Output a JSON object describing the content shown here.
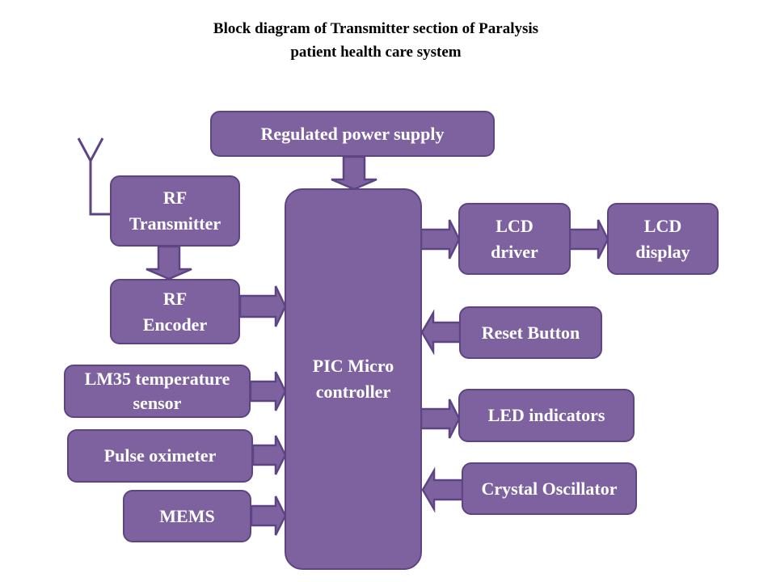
{
  "title": {
    "line1": "Block diagram of Transmitter section of Paralysis",
    "line2": "patient health care system"
  },
  "colors": {
    "block_fill": "#7e62a0",
    "block_border": "#5d4583",
    "text": "#ffffff"
  },
  "blocks": {
    "power_supply": {
      "label": "Regulated power supply"
    },
    "rf_transmitter": {
      "line1": "RF",
      "line2": "Transmitter"
    },
    "rf_encoder": {
      "line1": "RF",
      "line2": "Encoder"
    },
    "lm35": {
      "line1": "LM35 temperature",
      "line2": "sensor"
    },
    "pulse_oximeter": {
      "label": "Pulse oximeter"
    },
    "mems": {
      "label": "MEMS"
    },
    "mcu": {
      "line1": "PIC Micro",
      "line2": "controller"
    },
    "lcd_driver": {
      "line1": "LCD",
      "line2": "driver"
    },
    "lcd_display": {
      "line1": "LCD",
      "line2": "display"
    },
    "reset_button": {
      "label": "Reset Button"
    },
    "led_indicators": {
      "label": "LED indicators"
    },
    "crystal_oscillator": {
      "label": "Crystal Oscillator"
    }
  },
  "connections": [
    {
      "from": "Regulated power supply",
      "to": "PIC Micro controller"
    },
    {
      "from": "RF Transmitter",
      "to": "RF Encoder"
    },
    {
      "from": "RF Encoder",
      "to": "PIC Micro controller"
    },
    {
      "from": "LM35 temperature sensor",
      "to": "PIC Micro controller"
    },
    {
      "from": "Pulse oximeter",
      "to": "PIC Micro controller"
    },
    {
      "from": "MEMS",
      "to": "PIC Micro controller"
    },
    {
      "from": "PIC Micro controller",
      "to": "LCD driver"
    },
    {
      "from": "LCD driver",
      "to": "LCD display"
    },
    {
      "from": "Reset Button",
      "to": "PIC Micro controller"
    },
    {
      "from": "PIC Micro controller",
      "to": "LED indicators"
    },
    {
      "from": "Crystal Oscillator",
      "to": "PIC Micro controller"
    }
  ]
}
